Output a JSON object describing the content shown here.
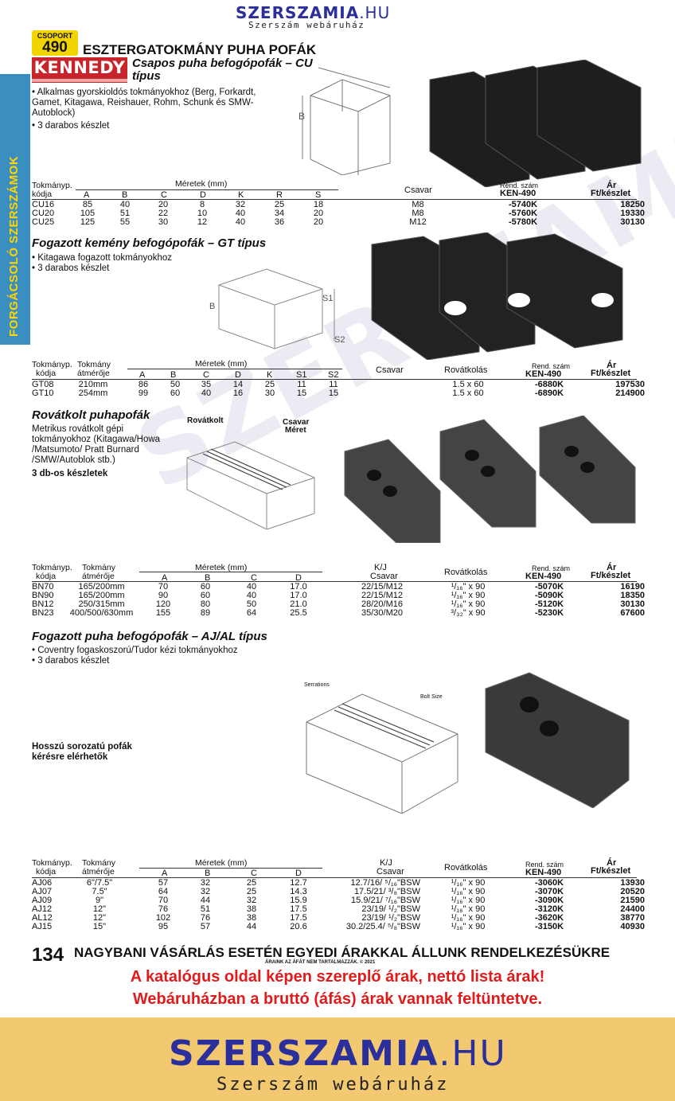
{
  "header": {
    "logo_main": "SZERSZAMIA",
    "logo_tld": ".HU",
    "tagline": "Szerszám webáruház"
  },
  "badge": {
    "label": "CSOPORT",
    "number": "490"
  },
  "page_title": "ESZTERGATOKMÁNY PUHA POFÁK",
  "sidebar_label": "FORGÁCSOLÓ SZERSZÁMOK",
  "brand": "KENNEDY",
  "sections": {
    "cu": {
      "title": "Csapos puha befogópofák – CU típus",
      "bullets": [
        "• Alkalmas gyorskioldós tokmányokhoz (Berg, Forkardt, Gamet, Kitagawa, Reishauer, Rohm, Schunk és SMW-Autoblock)",
        "• 3 darabos készlet"
      ],
      "h": {
        "tokm1": "Tokmányp.",
        "tokm2": "kódja",
        "meretek": "Méretek (mm)",
        "cols": [
          "A",
          "B",
          "C",
          "D",
          "K",
          "R",
          "S"
        ],
        "csavar": "Csavar",
        "rend1": "Rend. szám",
        "rend2": "KEN-490",
        "ar1": "Ár",
        "ar2": "Ft/készlet"
      },
      "rows": [
        [
          "CU16",
          "85",
          "40",
          "20",
          "8",
          "32",
          "25",
          "18",
          "M8",
          "-5740K",
          "18250"
        ],
        [
          "CU20",
          "105",
          "51",
          "22",
          "10",
          "40",
          "34",
          "20",
          "M8",
          "-5760K",
          "19330"
        ],
        [
          "CU25",
          "125",
          "55",
          "30",
          "12",
          "40",
          "36",
          "20",
          "M12",
          "-5780K",
          "30130"
        ]
      ]
    },
    "gt": {
      "title": "Fogazott kemény befogópofák – GT típus",
      "bullets": [
        "• Kitagawa fogazott tokmányokhoz",
        "• 3 darabos készlet"
      ],
      "h": {
        "tokm1": "Tokmányp.",
        "tokm2": "kódja",
        "atm1": "Tokmány",
        "atm2": "átmérője",
        "meretek": "Méretek (mm)",
        "cols": [
          "A",
          "B",
          "C",
          "D",
          "K",
          "S1",
          "S2"
        ],
        "csavar": "Csavar",
        "rov": "Rovátkolás",
        "rend1": "Rend. szám",
        "rend2": "KEN-490",
        "ar1": "Ár",
        "ar2": "Ft/készlet"
      },
      "rows": [
        [
          "GT08",
          "210mm",
          "86",
          "50",
          "35",
          "14",
          "25",
          "11",
          "11",
          "1.5 x 60",
          "-6880K",
          "197530"
        ],
        [
          "GT10",
          "254mm",
          "99",
          "60",
          "40",
          "16",
          "30",
          "15",
          "15",
          "1.5 x 60",
          "-6890K",
          "214900"
        ]
      ]
    },
    "bn": {
      "title": "Rovátkolt puhapofák",
      "bullets": [
        "Metrikus rovátkolt gépi",
        "tokmányokhoz (Kitagawa/Howa",
        "/Matsumoto/ Pratt Burnard",
        "/SMW/Autoblok stb.)"
      ],
      "set": "3 db-os készletek",
      "lbl_rov": "Rovátkolt",
      "lbl_cs1": "Csavar",
      "lbl_cs2": "Méret",
      "h": {
        "tokm1": "Tokmányp.",
        "tokm2": "kódja",
        "atm1": "Tokmány",
        "atm2": "átmérője",
        "meretek": "Méretek (mm)",
        "cols": [
          "A",
          "B",
          "C",
          "D"
        ],
        "kj": "K/J",
        "csavar": "Csavar",
        "rov": "Rovátkolás",
        "rend1": "Rend. szám",
        "rend2": "KEN-490",
        "ar1": "Ár",
        "ar2": "Ft/készlet"
      },
      "rows": [
        [
          "BN70",
          "165/200mm",
          "70",
          "60",
          "40",
          "17.0",
          "22/15/M12",
          "¹/₁₆\" x 90",
          "-5070K",
          "16190"
        ],
        [
          "BN90",
          "165/200mm",
          "90",
          "60",
          "40",
          "17.0",
          "22/15/M12",
          "¹/₁₆\" x 90",
          "-5090K",
          "18350"
        ],
        [
          "BN12",
          "250/315mm",
          "120",
          "80",
          "50",
          "21.0",
          "28/20/M16",
          "¹/₁₆\" x 90",
          "-5120K",
          "30130"
        ],
        [
          "BN23",
          "400/500/630mm",
          "155",
          "89",
          "64",
          "25.5",
          "35/30/M20",
          "³/₃₂\" x 90",
          "-5230K",
          "67600"
        ]
      ]
    },
    "aj": {
      "title": "Fogazott puha befogópofák – AJ/AL típus",
      "bullets": [
        "• Coventry fogaskoszorú/Tudor kézi tokmányokhoz",
        "• 3 darabos készlet"
      ],
      "note1": "Hosszú sorozatú pofák",
      "note2": "kérésre elérhetők",
      "lbl_serr": "Serrations",
      "lbl_bolt": "Bolt Size",
      "h": {
        "tokm1": "Tokmányp.",
        "tokm2": "kódja",
        "atm1": "Tokmány",
        "atm2": "átmérője",
        "meretek": "Méretek (mm)",
        "cols": [
          "A",
          "B",
          "C",
          "D"
        ],
        "kj": "K/J",
        "csavar": "Csavar",
        "rov": "Rovátkolás",
        "rend1": "Rend. szám",
        "rend2": "KEN-490",
        "ar1": "Ár",
        "ar2": "Ft/készlet"
      },
      "rows": [
        [
          "AJ06",
          "6\"/7.5\"",
          "57",
          "32",
          "25",
          "12.7",
          "12.7/16/ ⁵/₁₆\"BSW",
          "¹/₁₆\" x 90",
          "-3060K",
          "13930"
        ],
        [
          "AJ07",
          "7.5\"",
          "64",
          "32",
          "25",
          "14.3",
          "17.5/21/ ³/₈\"BSW",
          "¹/₁₆\" x 90",
          "-3070K",
          "20520"
        ],
        [
          "AJ09",
          "9\"",
          "70",
          "44",
          "32",
          "15.9",
          "15.9/21/ ⁷/₁₆\"BSW",
          "¹/₁₆\" x 90",
          "-3090K",
          "21590"
        ],
        [
          "AJ12",
          "12\"",
          "76",
          "51",
          "38",
          "17.5",
          "23/19/ ¹/₂\"BSW",
          "¹/₁₆\" x 90",
          "-3120K",
          "24400"
        ],
        [
          "AL12",
          "12\"",
          "102",
          "76",
          "38",
          "17.5",
          "23/19/ ¹/₂\"BSW",
          "¹/₁₆\" x 90",
          "-3620K",
          "38770"
        ],
        [
          "AJ15",
          "15\"",
          "95",
          "57",
          "44",
          "20.6",
          "30.2/25.4/ ⁵/₈\"BSW",
          "¹/₁₆\" x 90",
          "-3150K",
          "40930"
        ]
      ]
    }
  },
  "footer": {
    "page": "134",
    "wholesale": "NAGYBANI VÁSÁRLÁS ESETÉN EGYEDI ÁRAKKAL ÁLLUNK RENDELKEZÉSÜKRE",
    "vat": "ÁRAINK AZ ÁFÁT NEM TARTALMAZZÁK. © 2021",
    "red1": "A katalógus oldal képen szereplő árak, nettó lista árak!",
    "red2": "Webáruházban a bruttó (áfás) árak vannak feltüntetve."
  },
  "watermark": "SZERSZAMIA.HU"
}
